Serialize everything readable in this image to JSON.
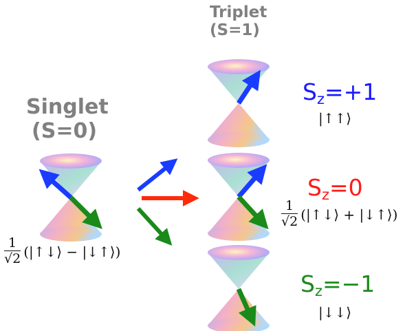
{
  "singlet": {
    "title": "Singlet",
    "subtitle": "(S=0)",
    "numerator": "1",
    "denominator": "√2",
    "state": "(|↑↓⟩ − |↓↑⟩)"
  },
  "triplet": {
    "title": "Triplet",
    "subtitle": "(S=1)",
    "states": [
      {
        "sz_prefix": "S",
        "sz_sub": "z",
        "sz_value": "=+1",
        "ket": "|↑↑⟩",
        "color": "#1a1aff"
      },
      {
        "sz_prefix": "S",
        "sz_sub": "z",
        "sz_value": "=0",
        "numerator": "1",
        "denominator": "√2",
        "ket": "(|↑↓⟩ + |↓↑⟩)",
        "color": "#ff1a1a"
      },
      {
        "sz_prefix": "S",
        "sz_sub": "z",
        "sz_value": "=−1",
        "ket": "|↓↓⟩",
        "color": "#1a8a1a"
      }
    ]
  },
  "colors": {
    "heading": "#808080",
    "blue_arrow": "#1a3cff",
    "green_arrow": "#1a8a1a",
    "red_arrow": "#ff2a0a"
  }
}
